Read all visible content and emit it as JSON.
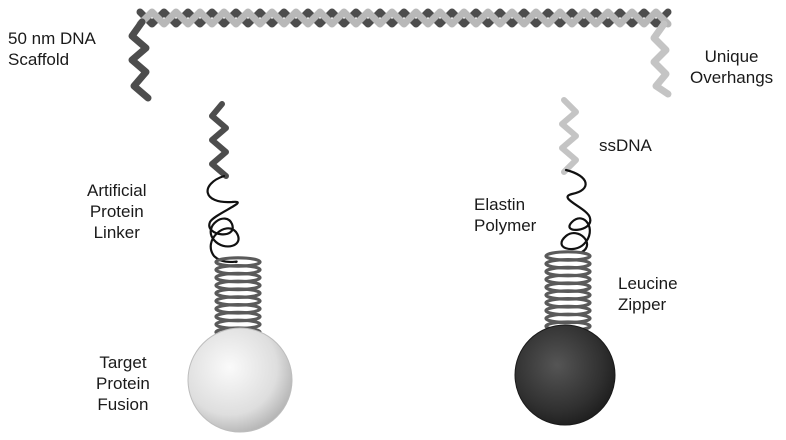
{
  "labels": {
    "scaffold": [
      "50 nm DNA",
      "Scaffold"
    ],
    "overhangs": [
      "Unique",
      "Overhangs"
    ],
    "ssdna": "ssDNA",
    "linker": [
      "Artificial",
      "Protein",
      "Linker"
    ],
    "elastin": [
      "Elastin",
      "Polymer"
    ],
    "zipper": [
      "Leucine",
      "Zipper"
    ],
    "target": [
      "Target",
      "Protein",
      "Fusion"
    ]
  },
  "colors": {
    "scaffold_dark": "#4d4d4d",
    "scaffold_light": "#b8b8b8",
    "coil": "#5a5a5a",
    "linker": "#111111",
    "target_protein": "#e6e6e6",
    "zipper_protein": "#2e2e2e"
  }
}
